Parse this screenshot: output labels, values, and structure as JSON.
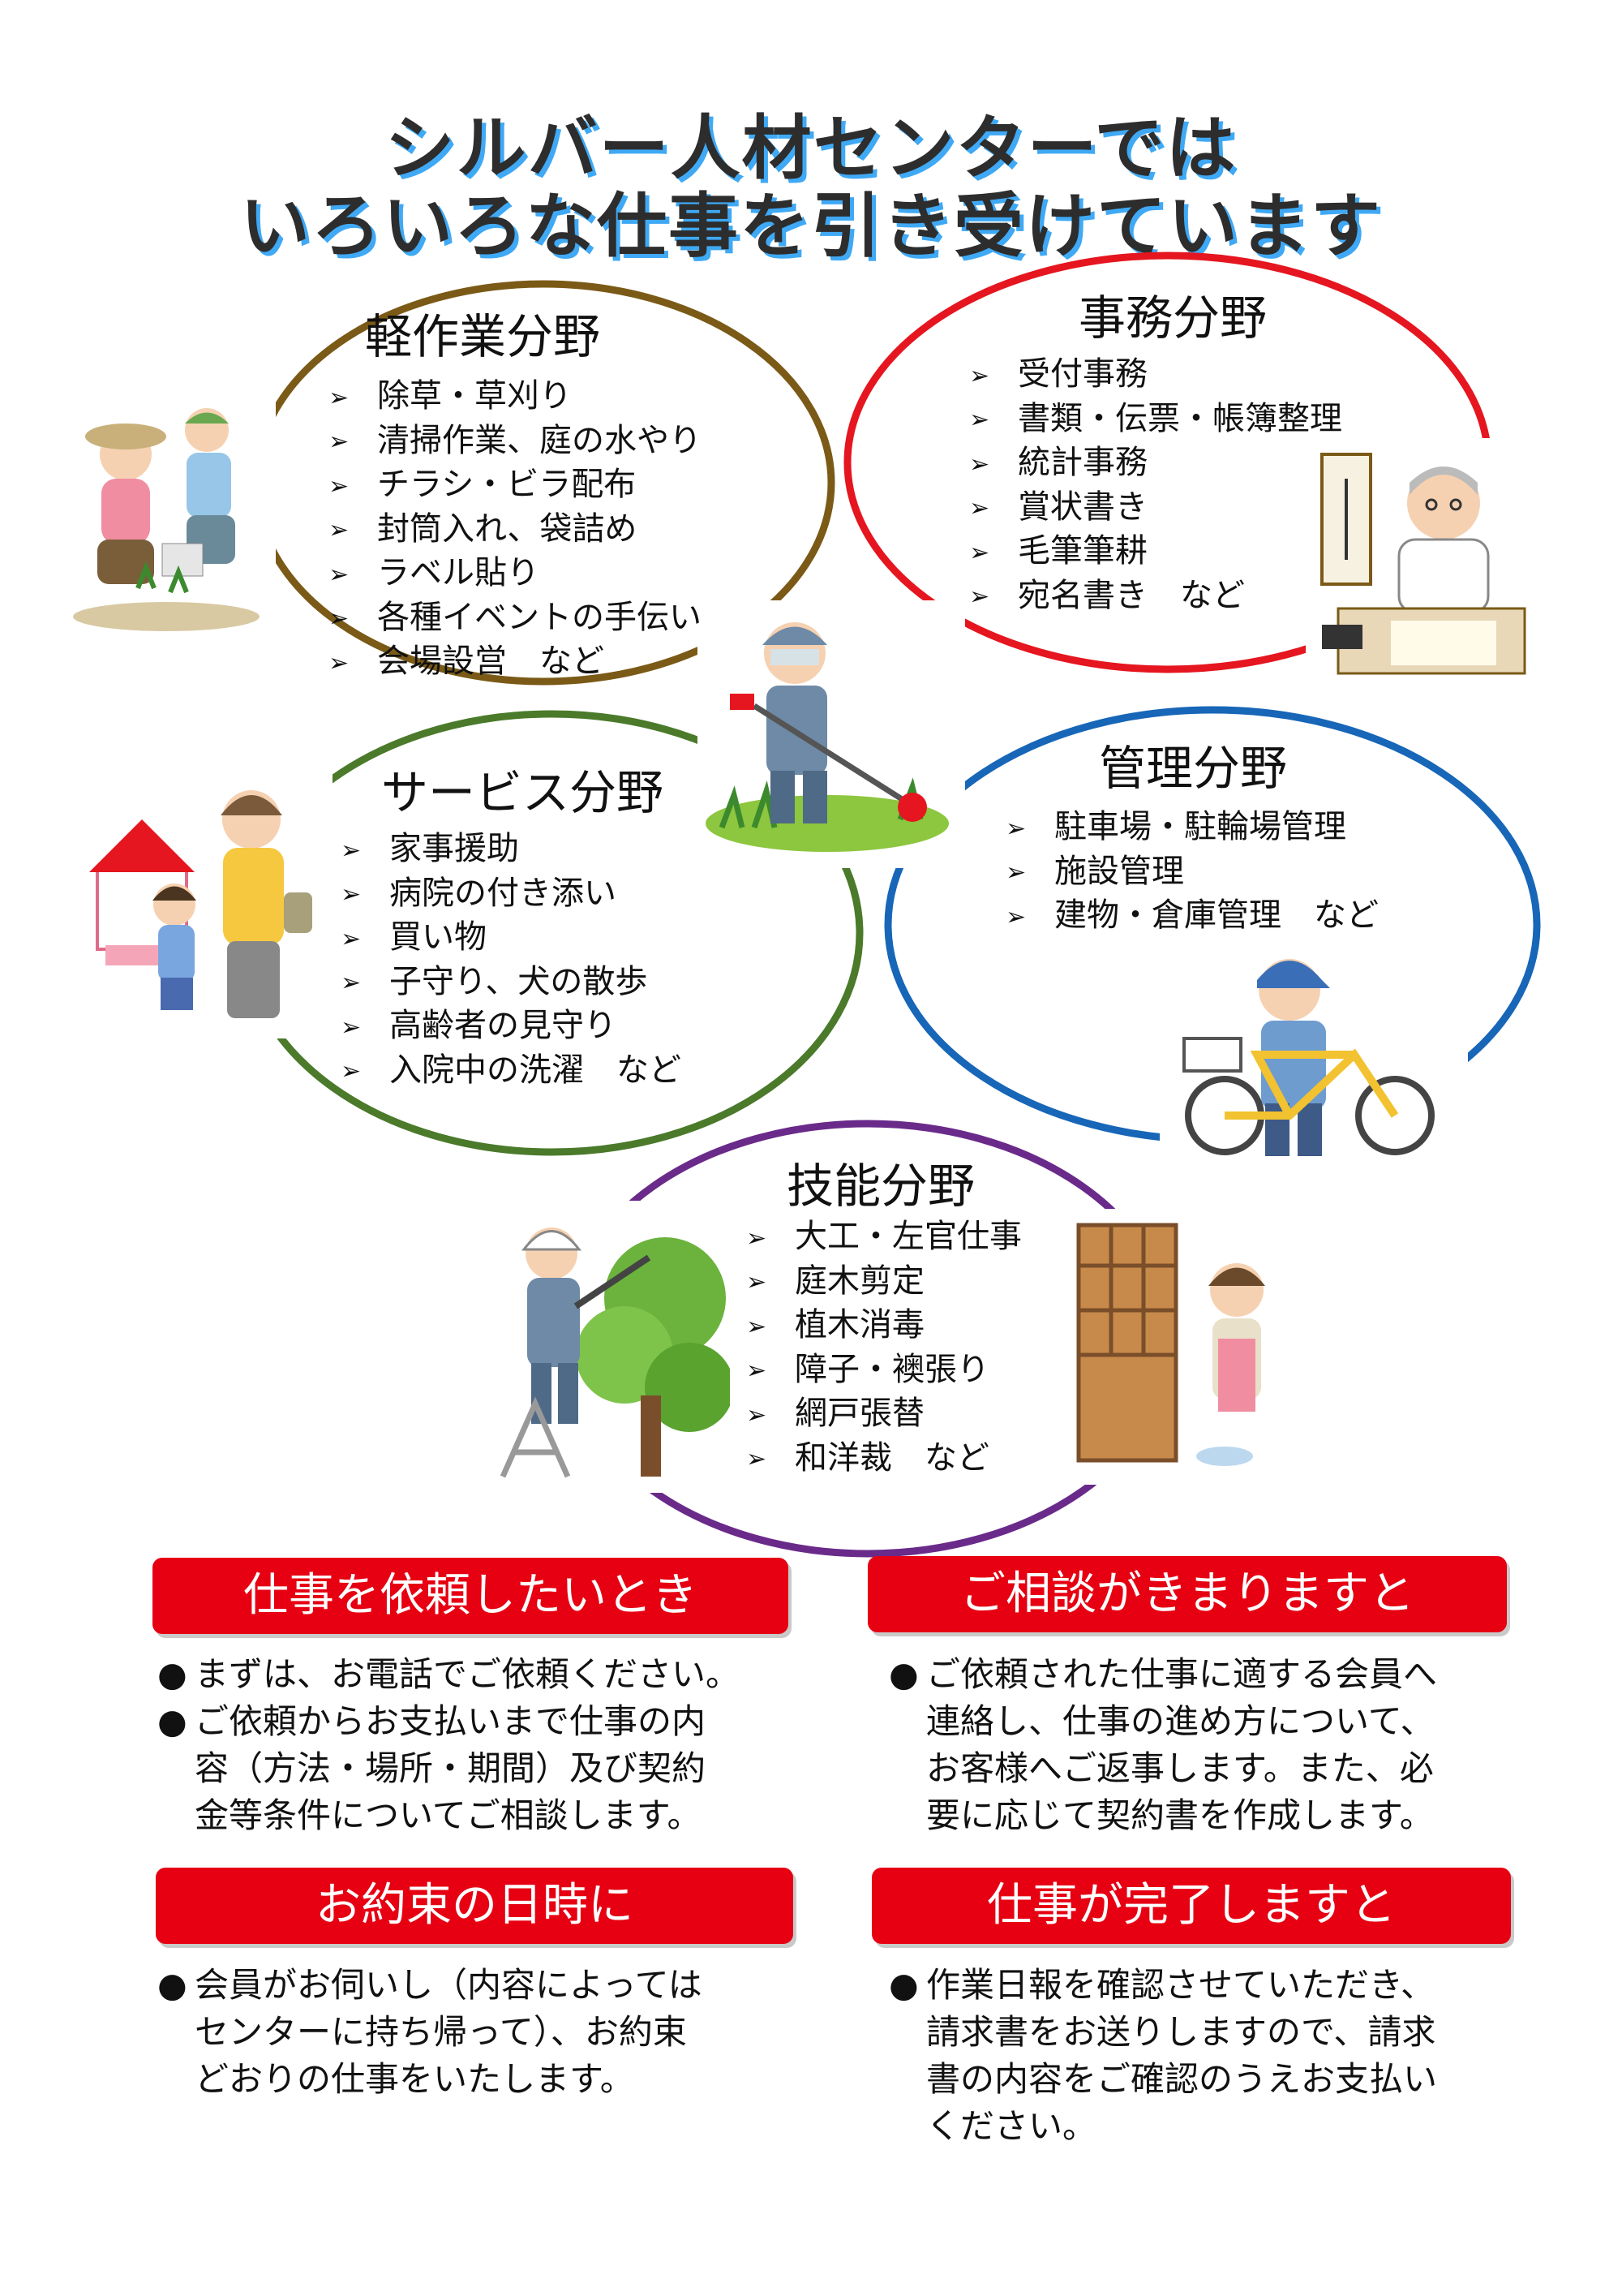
{
  "title": {
    "line1": "シルバー人材センターでは",
    "line2": "いろいろな仕事を引き受けています"
  },
  "fields": {
    "light": {
      "heading": "軽作業分野",
      "items": [
        "除草・草刈り",
        "清掃作業、庭の水やり",
        "チラシ・ビラ配布",
        "封筒入れ、袋詰め",
        "ラベル貼り",
        "各種イベントの手伝い",
        "会場設営　など"
      ],
      "color": "#7a5a16"
    },
    "office": {
      "heading": "事務分野",
      "items": [
        "受付事務",
        "書類・伝票・帳簿整理",
        "統計事務",
        "賞状書き",
        "毛筆筆耕",
        "宛名書き　など"
      ],
      "color": "#e5161f"
    },
    "service": {
      "heading": "サービス分野",
      "items": [
        "家事援助",
        "病院の付き添い",
        "買い物",
        "子守り、犬の散歩",
        "高齢者の見守り",
        "入院中の洗濯　など"
      ],
      "color": "#4a7a2a"
    },
    "management": {
      "heading": "管理分野",
      "items": [
        "駐車場・駐輪場管理",
        "施設管理",
        "建物・倉庫管理　など"
      ],
      "color": "#1766b7"
    },
    "skill": {
      "heading": "技能分野",
      "items": [
        "大工・左官仕事",
        "庭木剪定",
        "植木消毒",
        "障子・襖張り",
        "網戸張替",
        "和洋裁　など"
      ],
      "color": "#6a2a8a"
    }
  },
  "bullet_arrow": "➢",
  "bullet_dot": "●",
  "steps": {
    "request": {
      "banner": "仕事を依頼したいとき",
      "lines": [
        "まずは、お電話でご依頼ください。",
        "ご依頼からお支払いまで仕事の内",
        "容（方法・場所・期間）及び契約",
        "金等条件についてご相談します。"
      ]
    },
    "consult": {
      "banner": "ご相談がきまりますと",
      "lines": [
        "ご依頼された仕事に適する会員へ",
        "連絡し、仕事の進め方について、",
        "お客様へご返事します。また、必",
        "要に応じて契約書を作成します。"
      ]
    },
    "appointment": {
      "banner": "お約束の日時に",
      "lines": [
        "会員がお伺いし（内容によっては",
        "センターに持ち帰って）、お約束",
        "どおりの仕事をいたします。"
      ]
    },
    "complete": {
      "banner": "仕事が完了しますと",
      "lines": [
        "作業日報を確認させていただき、",
        "請求書をお送りしますので、請求",
        "書の内容をご確認のうえお支払い",
        "ください。"
      ]
    }
  },
  "colors": {
    "banner": "#e60012",
    "title_shadow": "#3fa9f5"
  },
  "icons": [
    "gardening-couple-icon",
    "calligrapher-icon",
    "grass-cutter-icon",
    "grandmother-child-icon",
    "bicycle-attendant-icon",
    "tree-pruner-icon",
    "shoji-repair-icon"
  ]
}
